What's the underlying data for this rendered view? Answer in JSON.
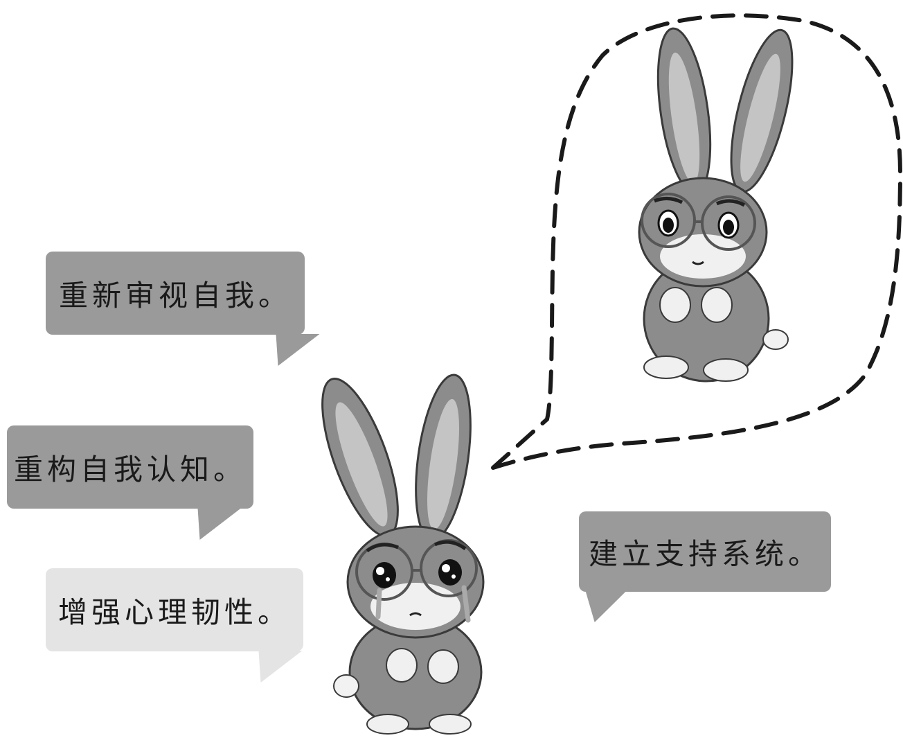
{
  "bubbles": {
    "reexamine_self": "重新审视自我。",
    "restructure_cognition": "重构自我认知。",
    "enhance_resilience": "增强心理韧性。",
    "build_support_system": "建立支持系统。"
  },
  "colors": {
    "bubble_dark": "#9a9a9a",
    "bubble_light": "#e4e4e4",
    "rabbit_body": "#8c8c8c",
    "rabbit_inner_ear": "#c4c4c4",
    "outline": "#3a3a3a",
    "dash": "#1a1a1a"
  }
}
